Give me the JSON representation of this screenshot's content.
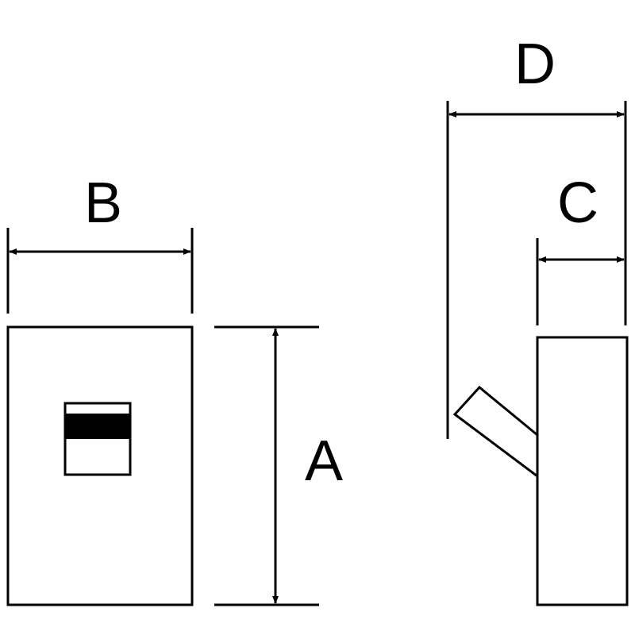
{
  "labels": {
    "a": "A",
    "b": "B",
    "c": "C",
    "d": "D"
  },
  "colors": {
    "stroke": "#000000",
    "background": "#ffffff",
    "handle_fill": "#000000"
  }
}
